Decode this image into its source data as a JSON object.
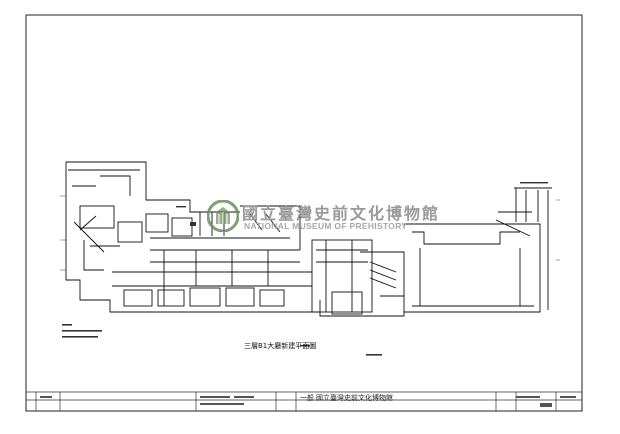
{
  "drawing": {
    "plan_title": "三層B1大廳新建平面圖",
    "titleblock_center_text": "一般 國立臺灣史前文化博物館"
  },
  "watermark": {
    "name_zh": "國立臺灣史前文化博物館",
    "name_en": "NATIONAL MUSEUM OF PREHISTORY",
    "color": "#9a9a9a",
    "logo_color": "#6b8f5e"
  }
}
